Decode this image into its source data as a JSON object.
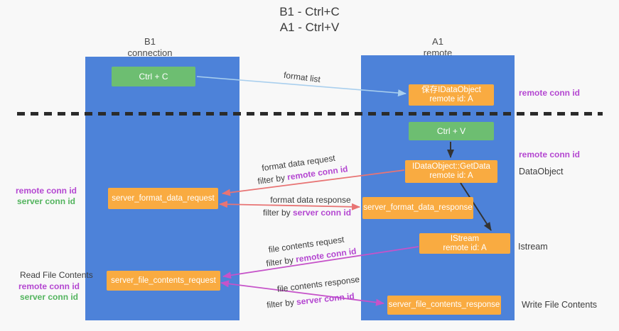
{
  "title": {
    "line1": "B1 - Ctrl+C",
    "line2": "A1 - Ctrl+V"
  },
  "headers": {
    "left": {
      "line1": "B1",
      "line2": "connection"
    },
    "right": {
      "line1": "A1",
      "line2": "remote"
    }
  },
  "boxes": {
    "ctrl_c": {
      "label": "Ctrl + C"
    },
    "ctrl_v": {
      "label": "Ctrl + V"
    },
    "save_dataobject": {
      "line1": "保存IDataObject",
      "line2": "remote id: A"
    },
    "getdata": {
      "line1": "IDataObject::GetData",
      "line2": "remote id: A"
    },
    "istream": {
      "line1": "IStream",
      "line2": "remote id: A"
    },
    "server_format_data_request": {
      "label": "server_format_data_request"
    },
    "server_format_data_response": {
      "label": "server_format_data_response"
    },
    "server_file_contents_request": {
      "label": "server_file_contents_request"
    },
    "server_file_contents_response": {
      "label": "server_file_contents_response"
    }
  },
  "arrow_labels": {
    "format_list": "format list",
    "format_data_request": "format data request",
    "format_data_response": "format data response",
    "file_contents_request": "file contents request",
    "file_contents_response": "file contents response",
    "filter_by": "filter by ",
    "remote_conn_id": "remote conn id",
    "server_conn_id": "server conn id"
  },
  "side_labels": {
    "remote_conn_id_top_right": "remote conn id",
    "remote_conn_id_mid_right": "remote conn id",
    "dataobject": "DataObject",
    "istream": "Istream",
    "write_file_contents": "Write File Contents",
    "read_file_contents": "Read File Contents",
    "remote_conn_id_left": "remote conn id",
    "server_conn_id_left": "server conn id",
    "remote_conn_id_bottom_left": "remote conn id",
    "server_conn_id_bottom_left": "server conn id"
  },
  "colors": {
    "background": "#f8f8f8",
    "column_blue": "#4d82d9",
    "box_green": "#6dbe71",
    "box_orange": "#f9ab41",
    "arrow_light_blue": "#a9cfee",
    "arrow_black": "#333333",
    "arrow_red": "#e87474",
    "arrow_magenta": "#c653c9",
    "text_purple": "#b447d1",
    "text_green": "#53b45e",
    "text_dark": "#3c3c3c"
  }
}
